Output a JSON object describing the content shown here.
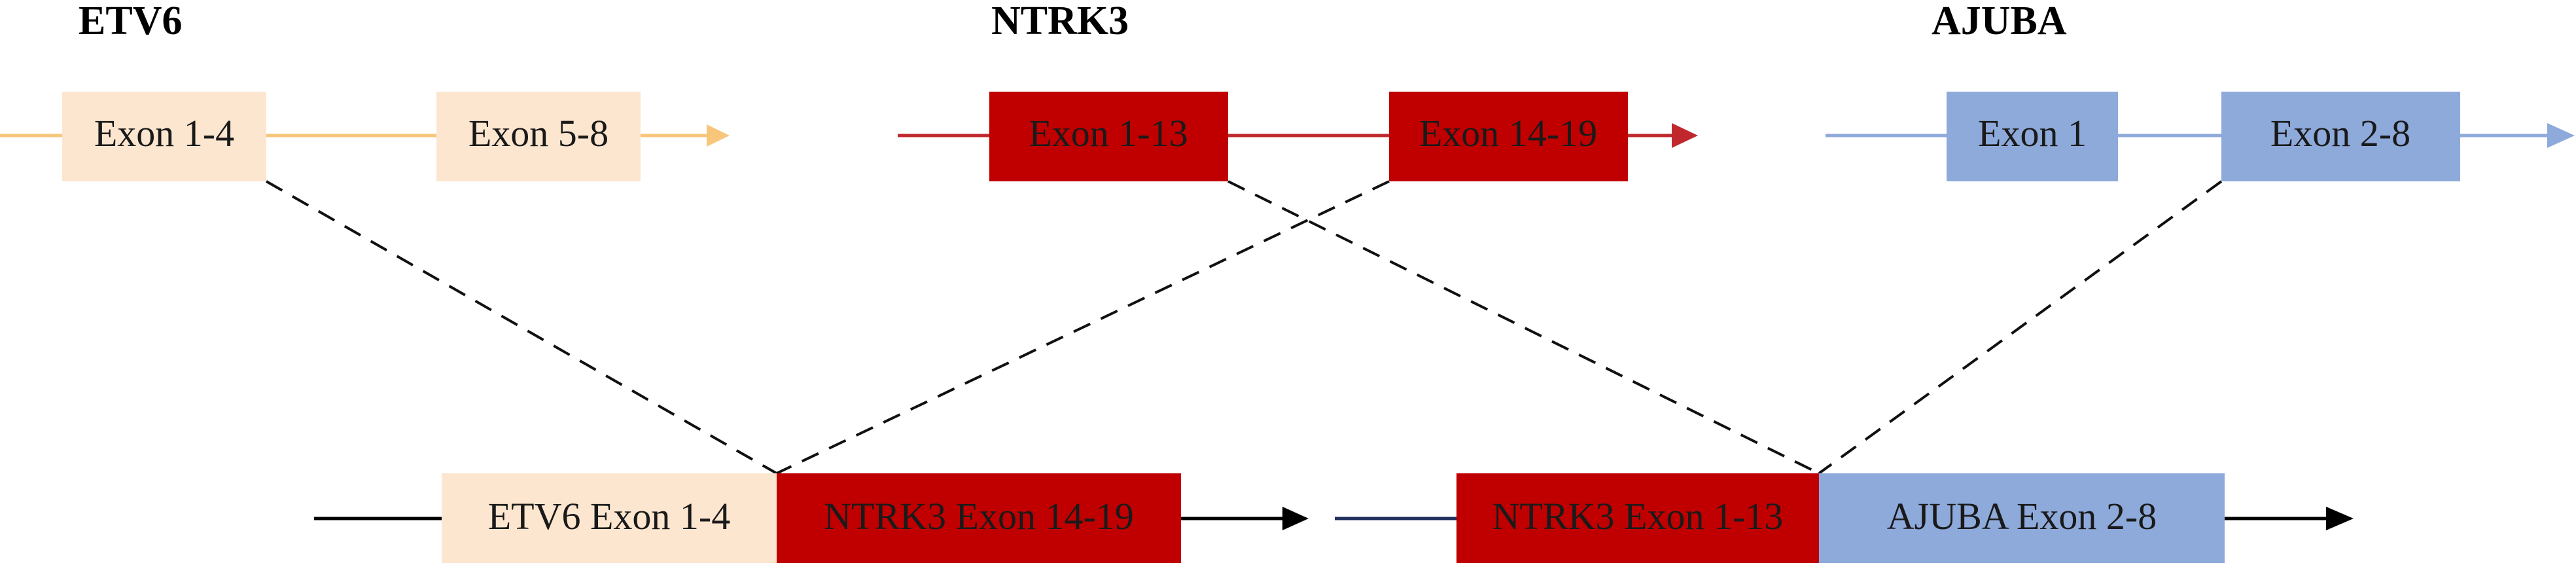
{
  "colors": {
    "etv6": "#fde6cf",
    "etv6_line": "#f7c67a",
    "ntrk3": "#c00000",
    "ntrk3_line": "#c0282e",
    "ajuba": "#8eaadb",
    "ajuba_line": "#8eaadb",
    "fusion_line": "#000000",
    "fusion2_line": "#1f2d5a",
    "connector": "#111111"
  },
  "genes": {
    "etv6": {
      "title": "ETV6",
      "exon_a": "Exon 1-4",
      "exon_b": "Exon 5-8"
    },
    "ntrk3": {
      "title": "NTRK3",
      "exon_a": "Exon 1-13",
      "exon_b": "Exon 14-19"
    },
    "ajuba": {
      "title": "AJUBA",
      "exon_a": "Exon 1",
      "exon_b": "Exon 2-8"
    }
  },
  "fusions": [
    {
      "left_label": "ETV6 Exon 1-4",
      "right_label": "NTRK3 Exon 14-19"
    },
    {
      "left_label": "NTRK3 Exon 1-13",
      "right_label": "AJUBA Exon 2-8"
    }
  ]
}
